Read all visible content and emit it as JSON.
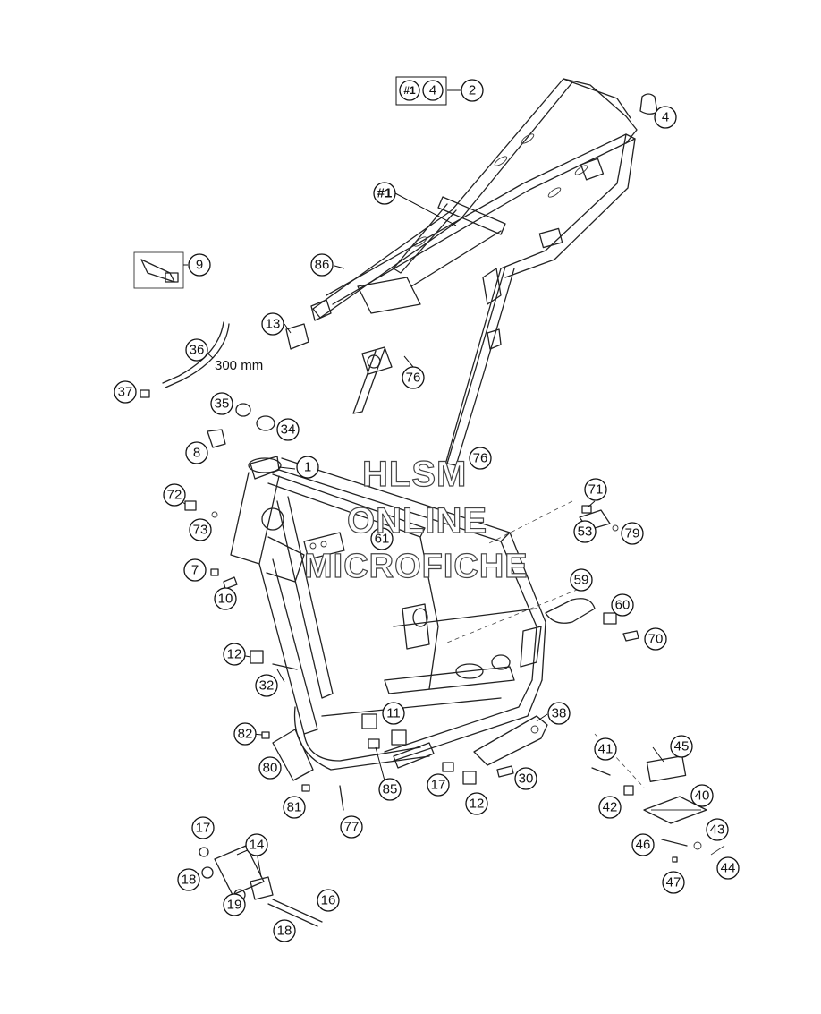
{
  "diagram": {
    "dimension_label": "300 mm",
    "watermark": [
      "HLSM",
      "ONLINE",
      "MICROFICHE"
    ],
    "header_box": {
      "items": [
        "#1",
        "4"
      ],
      "ref": "2"
    },
    "callouts": [
      {
        "id": "c-1",
        "label": "1"
      },
      {
        "id": "c-2",
        "label": "2"
      },
      {
        "id": "c-4",
        "label": "4"
      },
      {
        "id": "c-hash1",
        "label": "#1"
      },
      {
        "id": "c-9",
        "label": "9"
      },
      {
        "id": "c-86",
        "label": "86"
      },
      {
        "id": "c-13",
        "label": "13"
      },
      {
        "id": "c-36",
        "label": "36"
      },
      {
        "id": "c-37",
        "label": "37"
      },
      {
        "id": "c-76a",
        "label": "76"
      },
      {
        "id": "c-35",
        "label": "35"
      },
      {
        "id": "c-34",
        "label": "34"
      },
      {
        "id": "c-8",
        "label": "8"
      },
      {
        "id": "c-76b",
        "label": "76"
      },
      {
        "id": "c-72",
        "label": "72"
      },
      {
        "id": "c-73",
        "label": "73"
      },
      {
        "id": "c-71",
        "label": "71"
      },
      {
        "id": "c-53",
        "label": "53"
      },
      {
        "id": "c-79",
        "label": "79"
      },
      {
        "id": "c-61",
        "label": "61"
      },
      {
        "id": "c-7",
        "label": "7"
      },
      {
        "id": "c-10",
        "label": "10"
      },
      {
        "id": "c-59",
        "label": "59"
      },
      {
        "id": "c-60",
        "label": "60"
      },
      {
        "id": "c-70",
        "label": "70"
      },
      {
        "id": "c-12a",
        "label": "12"
      },
      {
        "id": "c-32",
        "label": "32"
      },
      {
        "id": "c-11",
        "label": "11"
      },
      {
        "id": "c-38",
        "label": "38"
      },
      {
        "id": "c-82",
        "label": "82"
      },
      {
        "id": "c-80",
        "label": "80"
      },
      {
        "id": "c-85",
        "label": "85"
      },
      {
        "id": "c-17a",
        "label": "17"
      },
      {
        "id": "c-30",
        "label": "30"
      },
      {
        "id": "c-12b",
        "label": "12"
      },
      {
        "id": "c-81",
        "label": "81"
      },
      {
        "id": "c-77",
        "label": "77"
      },
      {
        "id": "c-41",
        "label": "41"
      },
      {
        "id": "c-45",
        "label": "45"
      },
      {
        "id": "c-40",
        "label": "40"
      },
      {
        "id": "c-42",
        "label": "42"
      },
      {
        "id": "c-43",
        "label": "43"
      },
      {
        "id": "c-46",
        "label": "46"
      },
      {
        "id": "c-44",
        "label": "44"
      },
      {
        "id": "c-47",
        "label": "47"
      },
      {
        "id": "c-17b",
        "label": "17"
      },
      {
        "id": "c-14",
        "label": "14"
      },
      {
        "id": "c-18a",
        "label": "18"
      },
      {
        "id": "c-19",
        "label": "19"
      },
      {
        "id": "c-16",
        "label": "16"
      },
      {
        "id": "c-18b",
        "label": "18"
      }
    ]
  }
}
